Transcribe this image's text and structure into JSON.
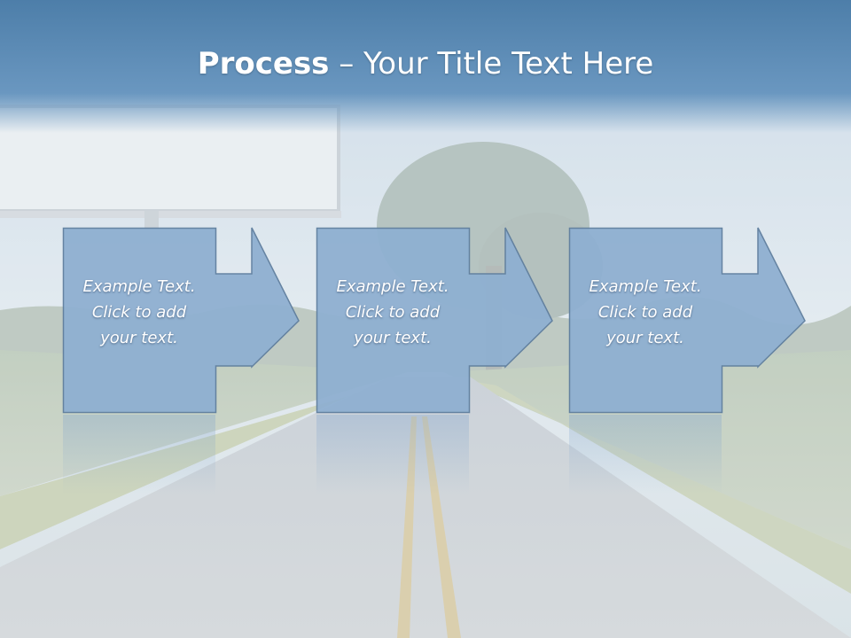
{
  "slide": {
    "title_bold": "Process",
    "title_rest": " – Your Title Text Here"
  },
  "steps": [
    {
      "line1": "Example Text.",
      "line2": "Click  to add",
      "line3": "your text."
    },
    {
      "line1": "Example Text.",
      "line2": "Click  to add",
      "line3": "your text."
    },
    {
      "line1": "Example Text.",
      "line2": "Click  to add",
      "line3": "your text."
    }
  ],
  "colors": {
    "title_bar": "#5a8ab5",
    "step_fill": "#8fb0d1",
    "step_border": "#5f7e9e",
    "text": "#ffffff"
  }
}
